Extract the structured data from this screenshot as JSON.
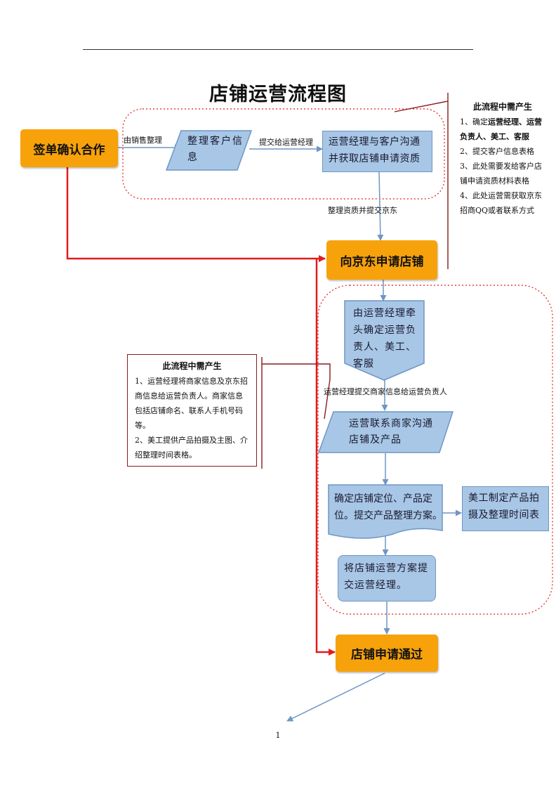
{
  "title": "店铺运营流程图",
  "nodes": {
    "sign": "签单确认合作",
    "organize_info": "整理客户信息",
    "communicate": "运营经理与客户沟通并获取店铺申请资质",
    "apply": "向京东申请店铺",
    "assign": "由运营经理牵头确定运营负责人、美工、客服",
    "contact": "运营联系商家沟通店铺及产品",
    "position": "确定店铺定位、产品定位。提交产品整理方案。",
    "photo": "美工制定产品拍摄及整理时间表",
    "submit_plan": "将店铺运营方案提交运营经理。",
    "approved": "店铺申请通过"
  },
  "edge_labels": {
    "by_sales": "由销售整理",
    "submit_to_manager": "提交给运营经理",
    "organize_submit_jd": "整理资质并提交京东",
    "submit_merchant_info": "运营经理提交商家信息给运营负责人"
  },
  "note_right": {
    "heading": "此流程中需产生",
    "line1_prefix": "1、确定",
    "line1_bold": "运营经理、运营负责人、美工、客服",
    "line2": "2、提交客户信息表格",
    "line3": "3、此处需要发给客户店铺申请资质材料表格",
    "line4": "4、此处运营需获取京东招商QQ或者联系方式"
  },
  "note_left": {
    "heading": "此流程中需产生",
    "line1": "1、运营经理将商家信息及京东招商信息给运营负责人。商家信息包括店铺命名、联系人手机号码等。",
    "line2": "2、美工提供产品拍摄及主图、介绍整理时间表格。"
  },
  "page_number": "1"
}
